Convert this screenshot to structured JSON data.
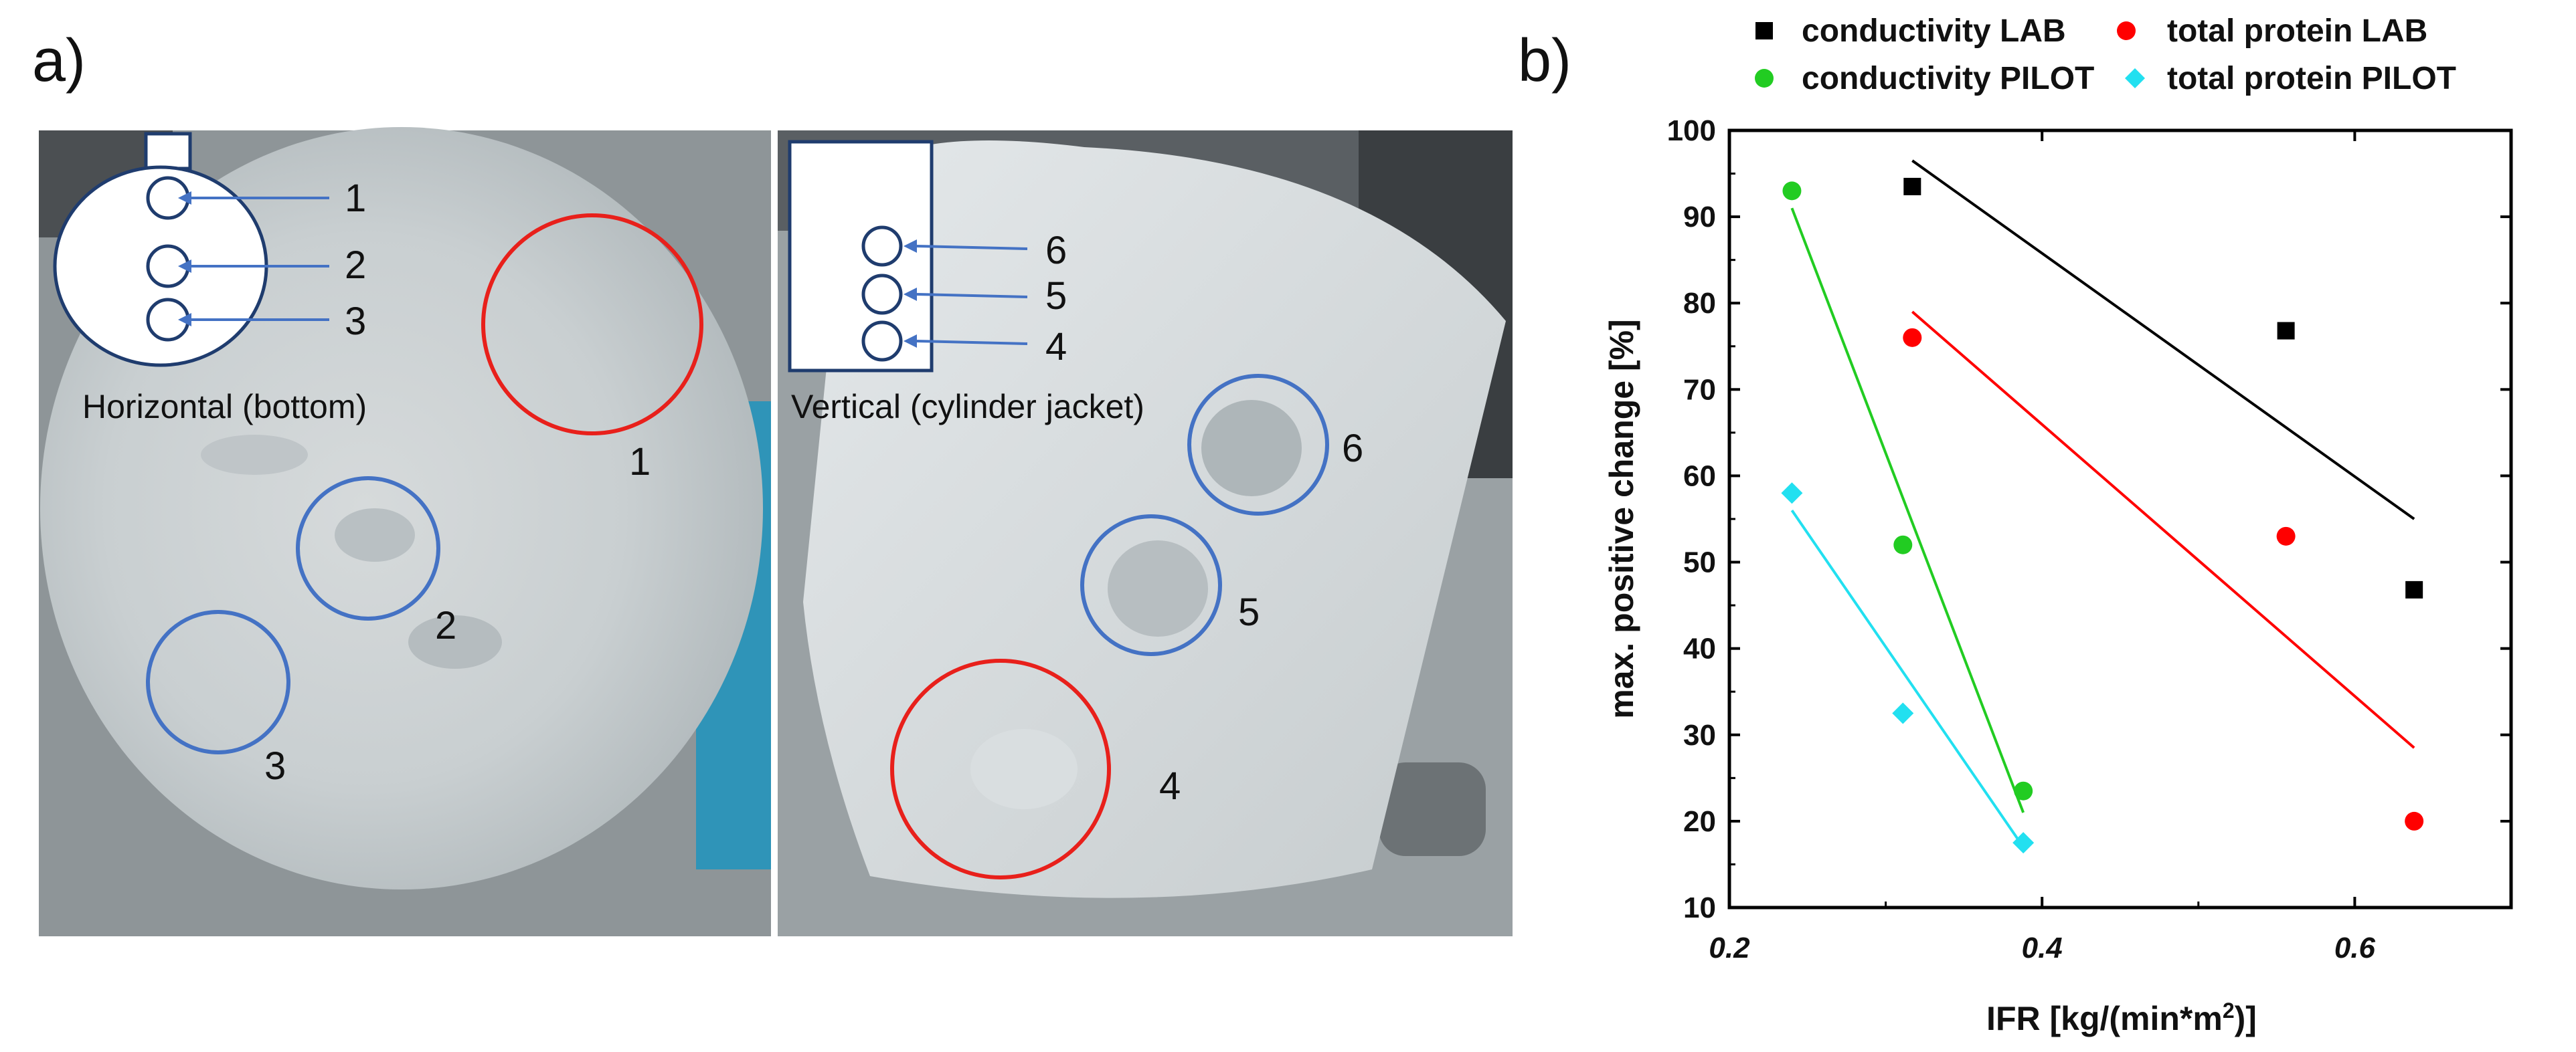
{
  "panels": {
    "a": "a)",
    "b": "b)"
  },
  "photo_left": {
    "caption": "Horizontal (bottom)",
    "markers": [
      "1",
      "2",
      "3"
    ],
    "schematic_labels": [
      "1",
      "2",
      "3"
    ]
  },
  "photo_right": {
    "caption": "Vertical (cylinder jacket)",
    "markers": [
      "4",
      "5",
      "6"
    ],
    "schematic_labels": [
      "6",
      "5",
      "4"
    ]
  },
  "colors": {
    "red_circle": "#e8201b",
    "blue_circle": "#4472c4",
    "arrow": "#4472c4",
    "black_series": "#000000",
    "red_series": "#ff0000",
    "green_series": "#22cc22",
    "cyan_series": "#22e0f0"
  },
  "chart_data": {
    "type": "scatter",
    "xlabel_main": "IFR [kg/(min*m",
    "xlabel_sup": "2",
    "xlabel_end": ")]",
    "ylabel": "max. positive change [%]",
    "xlim": [
      0.2,
      0.7
    ],
    "ylim": [
      10,
      100
    ],
    "xticks": [
      "0.2",
      "0.4",
      "0.6"
    ],
    "yticks": [
      "10",
      "20",
      "30",
      "40",
      "50",
      "60",
      "70",
      "80",
      "90",
      "100"
    ],
    "legend_position": "top",
    "series": [
      {
        "name": "conductivity LAB",
        "marker": "square",
        "color": "#000000",
        "x": [
          0.317,
          0.556,
          0.638
        ],
        "y": [
          93.5,
          76.8,
          46.8
        ],
        "fit": {
          "x": [
            0.317,
            0.638
          ],
          "y": [
            96.5,
            55
          ]
        }
      },
      {
        "name": "total protein LAB",
        "marker": "circle",
        "color": "#ff0000",
        "x": [
          0.317,
          0.556,
          0.638
        ],
        "y": [
          76,
          53,
          20
        ],
        "fit": {
          "x": [
            0.317,
            0.638
          ],
          "y": [
            79,
            28.5
          ]
        }
      },
      {
        "name": "conductivity PILOT",
        "marker": "circle",
        "color": "#22cc22",
        "x": [
          0.24,
          0.311,
          0.388
        ],
        "y": [
          93,
          52,
          23.5
        ],
        "fit": {
          "x": [
            0.24,
            0.388
          ],
          "y": [
            91,
            21
          ]
        }
      },
      {
        "name": "total protein PILOT",
        "marker": "diamond",
        "color": "#22e0f0",
        "x": [
          0.24,
          0.311,
          0.388
        ],
        "y": [
          58,
          32.5,
          17.5
        ],
        "fit": {
          "x": [
            0.24,
            0.388
          ],
          "y": [
            56,
            17
          ]
        }
      }
    ]
  }
}
